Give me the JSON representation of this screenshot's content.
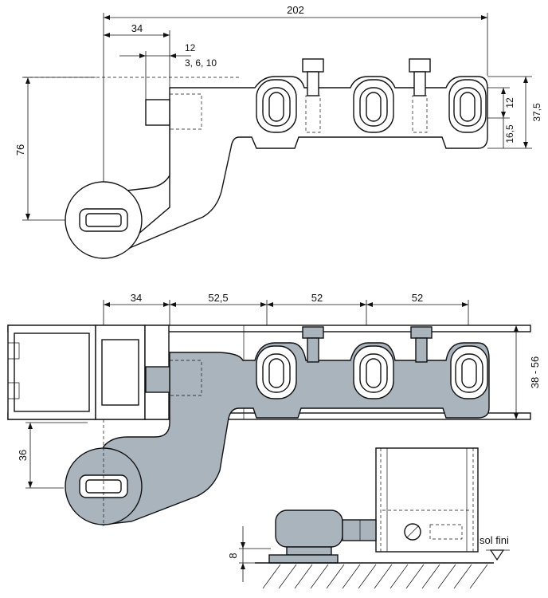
{
  "top_view": {
    "dim_total": "202",
    "dim_offset": "34",
    "dim_pin": "12",
    "dim_pin_options": "3, 6, 10",
    "dim_height_left": "76",
    "dim_right_12": "12",
    "dim_right_37": "37,5",
    "dim_right_16": "16,5"
  },
  "assembly_view": {
    "dim_a": "34",
    "dim_b": "52,5",
    "dim_c": "52",
    "dim_d": "52",
    "dim_profile_height": "38 - 56",
    "dim_arm": "36"
  },
  "detail_view": {
    "floor_label": "sol fini",
    "dim_height": "8"
  }
}
